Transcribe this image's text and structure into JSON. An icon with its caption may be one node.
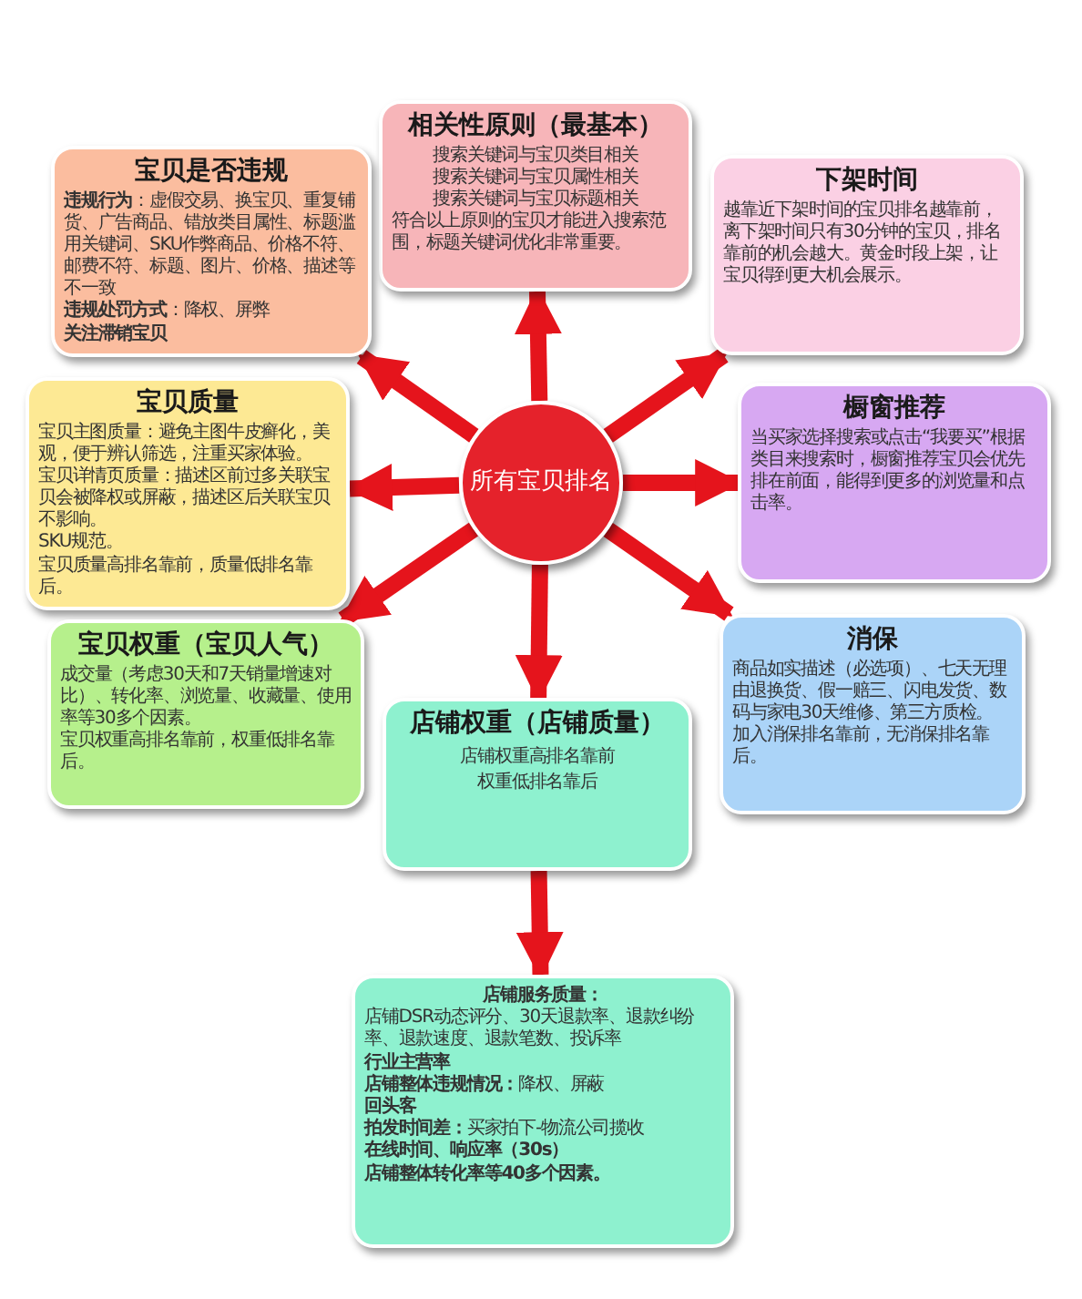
{
  "diagram": {
    "nodes": [
      {
        "text": [
          "相关性原则（最基本）",
          "搜索关键词与宝贝类目相关",
          "搜索关键词与宝贝属性相关",
          "搜索关键词与宝贝标题相关",
          "符合以上原则的宝贝才能进入搜索范围，标题关键词优化非常重要。"
        ]
      },
      {
        "text": [
          "宝贝是否违规",
          "**违规行为**：虚假交易、换宝贝、重复铺货、广告商品、错放类目属性、标题滥用关键词、SKU作弊商品、价格不符、邮费不符、标题、图片、价格、描述等不一致",
          "**违规处罚方式**：降权、屏弊",
          "**关注滞销宝贝**"
        ]
      },
      {
        "text": [
          "下架时间",
          "越靠近下架时间的宝贝排名越靠前，离下架时间只有30分钟的宝贝，排名靠前的机会越大。黄金时段上架，让宝贝得到更大机会展示。"
        ]
      },
      {
        "text": [
          "宝贝质量",
          "宝贝主图质量：避免主图牛皮癣化，美观，便于辨认筛选，注重买家体验。",
          "宝贝详情页质量：描述区前过多关联宝贝会被降权或屏蔽，描述区后关联宝贝不影响。",
          "SKU规范。",
          "宝贝质量高排名靠前，质量低排名靠后。"
        ]
      },
      {
        "text": [
          "所有宝贝排名"
        ]
      },
      {
        "text": [
          "橱窗推荐",
          "当买家选择搜索或点击“我要买”根据类目来搜索时，橱窗推荐宝贝会优先排在前面，能得到更多的浏览量和点击率。"
        ]
      },
      {
        "text": [
          "宝贝权重（宝贝人气）",
          "成交量（考虑30天和7天销量增速对比）、转化率、浏览量、收藏量、使用率等30多个因素。",
          "宝贝权重高排名靠前，权重低排名靠后。"
        ]
      },
      {
        "text": [
          "消保",
          "商品如实描述（必选项）、七天无理由退换货、假一赔三、闪电发货、数码与家电30天维修、第三方质检。",
          "加入消保排名靠前，无消保排名靠后。"
        ]
      },
      {
        "text": [
          "店铺权重（店铺质量）",
          "店铺权重高排名靠前",
          "权重低排名靠后"
        ]
      },
      {
        "text": [
          "**店铺服务质量：**",
          "店铺DSR动态评分、30天退款率、退款纠纷率、退款速度、退款笔数、投诉率",
          "**行业主营率**",
          "**店铺整体违规情况：**降权、屏蔽",
          "**回头客**",
          "**拍发时间差：**买家拍下-物流公司揽收",
          "**在线时间、响应率（30s）**",
          "**店铺整体转化率等40多个因素。**"
        ]
      }
    ],
    "edges": [
      {
        "from": 4,
        "to": 0,
        "arrow": "to"
      },
      {
        "from": 4,
        "to": 1,
        "arrow": "to"
      },
      {
        "from": 4,
        "to": 2,
        "arrow": "to"
      },
      {
        "from": 4,
        "to": 3,
        "arrow": "to"
      },
      {
        "from": 4,
        "to": 5,
        "arrow": "to"
      },
      {
        "from": 4,
        "to": 6,
        "arrow": "to"
      },
      {
        "from": 4,
        "to": 7,
        "arrow": "to"
      },
      {
        "from": 4,
        "to": 8,
        "arrow": "to"
      },
      {
        "from": 8,
        "to": 9,
        "arrow": "to"
      }
    ]
  }
}
